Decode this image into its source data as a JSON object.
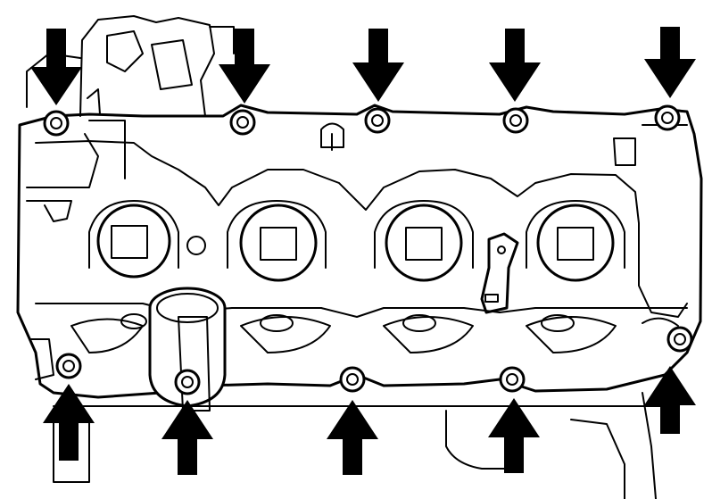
{
  "diagram": {
    "subject": "valve-cover-bolt-locations",
    "arrow_color": "#000000",
    "line_color": "#000000",
    "background": "#ffffff",
    "bolts": [
      {
        "id": "top-1",
        "arrow": "down"
      },
      {
        "id": "top-2",
        "arrow": "down"
      },
      {
        "id": "top-3",
        "arrow": "down"
      },
      {
        "id": "top-4",
        "arrow": "down"
      },
      {
        "id": "top-5",
        "arrow": "down"
      },
      {
        "id": "right-lower",
        "arrow": "up"
      },
      {
        "id": "bottom-1",
        "arrow": "up"
      },
      {
        "id": "bottom-2",
        "arrow": "up"
      },
      {
        "id": "bottom-3",
        "arrow": "up"
      },
      {
        "id": "bottom-4",
        "arrow": "up"
      }
    ]
  }
}
